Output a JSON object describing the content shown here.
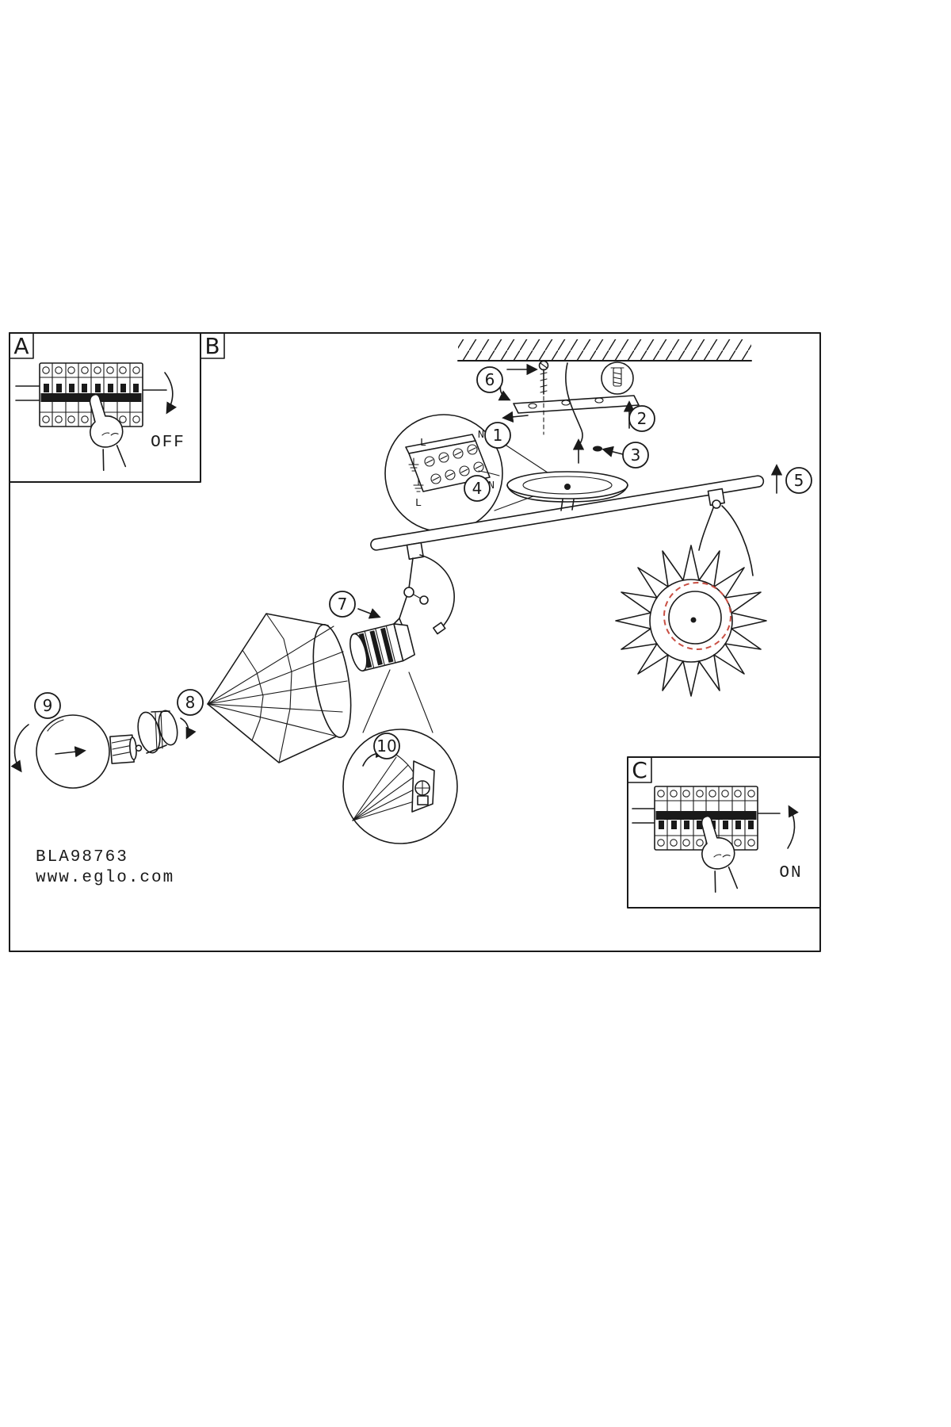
{
  "panels": {
    "a": {
      "label": "A",
      "switch_state": "OFF"
    },
    "b": {
      "label": "B"
    },
    "c": {
      "label": "C",
      "switch_state": "ON"
    }
  },
  "steps": [
    "1",
    "2",
    "3",
    "4",
    "5",
    "6",
    "7",
    "8",
    "9",
    "10"
  ],
  "terminal_labels": {
    "top_left": "L",
    "top_right": "N",
    "bottom_left": "L",
    "bottom_right": "N"
  },
  "footer": {
    "product_code": "BLA98763",
    "website": "www.eglo.com"
  },
  "colors": {
    "ink": "#1a1a1a",
    "accent_red": "#c94f43"
  }
}
